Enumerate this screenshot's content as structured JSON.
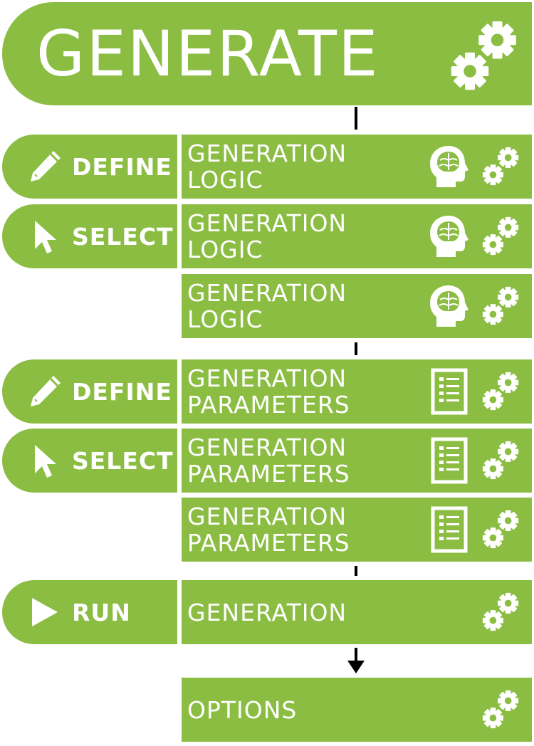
{
  "header": {
    "title": "GENERATE",
    "icon": "gears-icon"
  },
  "actions": {
    "define": "DEFINE",
    "select": "SELECT",
    "run": "RUN"
  },
  "panels": {
    "logic": {
      "line1": "GENERATION",
      "line2": "LOGIC"
    },
    "parameters": {
      "line1": "GENERATION",
      "line2": "PARAMETERS"
    },
    "generation": {
      "line1": "GENERATION"
    },
    "options": {
      "line1": "OPTIONS"
    }
  },
  "colors": {
    "accent": "#8bbd42",
    "text": "#ffffff",
    "connector": "#000000"
  }
}
